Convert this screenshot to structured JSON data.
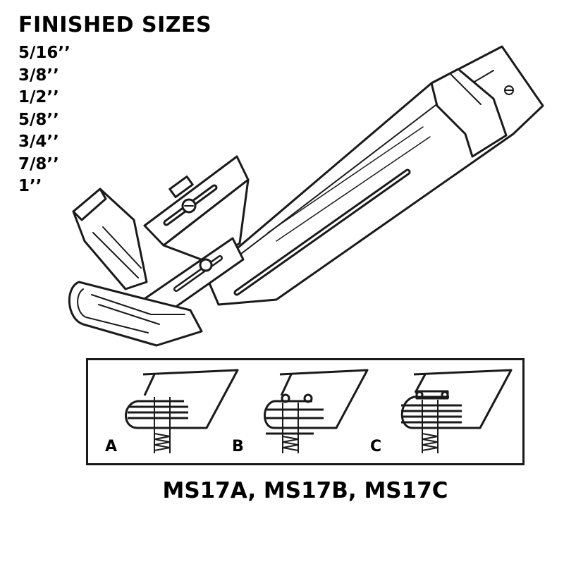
{
  "heading": "FINISHED SIZES",
  "sizes": [
    "5/16’’",
    "3/8’’",
    "1/2’’",
    "5/8’’",
    "3/4’’",
    "7/8’’",
    "1’’"
  ],
  "variant_labels": [
    "A",
    "B",
    "C"
  ],
  "models": "MS17A, MS17B, MS17C",
  "icons": {
    "device": "binder-attachment-illustration",
    "panel": "fold-variant-cross-sections"
  }
}
